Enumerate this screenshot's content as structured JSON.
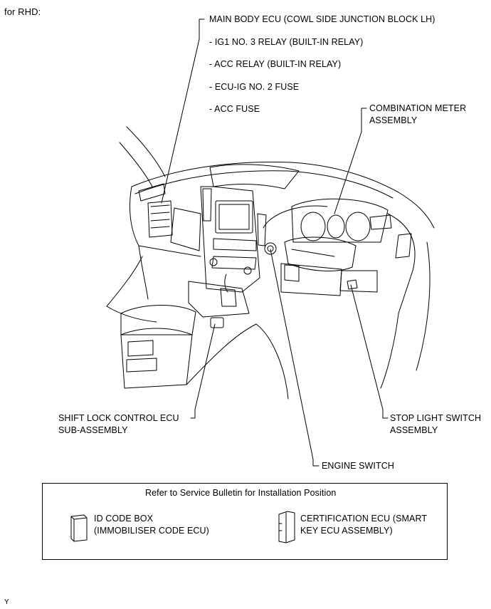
{
  "header": {
    "variant": "for RHD:"
  },
  "callouts": {
    "main_body_ecu": "MAIN BODY ECU (COWL SIDE JUNCTION BLOCK LH)",
    "main_body_items": [
      "- IG1 NO. 3 RELAY (BUILT-IN RELAY)",
      "- ACC RELAY (BUILT-IN RELAY)",
      "- ECU-IG NO. 2 FUSE",
      "- ACC FUSE"
    ],
    "combination_meter": [
      "COMBINATION METER",
      "ASSEMBLY"
    ],
    "shift_lock": [
      "SHIFT LOCK CONTROL ECU",
      "SUB-ASSEMBLY"
    ],
    "stop_light": [
      "STOP LIGHT SWITCH",
      "ASSEMBLY"
    ],
    "engine_switch": "ENGINE SWITCH"
  },
  "legend": {
    "title": "Refer to Service Bulletin for Installation Position",
    "id_code_box": [
      "ID CODE BOX",
      "(IMMOBILISER CODE ECU)"
    ],
    "certification_ecu": [
      "CERTIFICATION ECU (SMART",
      "KEY ECU ASSEMBLY)"
    ]
  },
  "footer": {
    "corner_mark": "Y"
  }
}
